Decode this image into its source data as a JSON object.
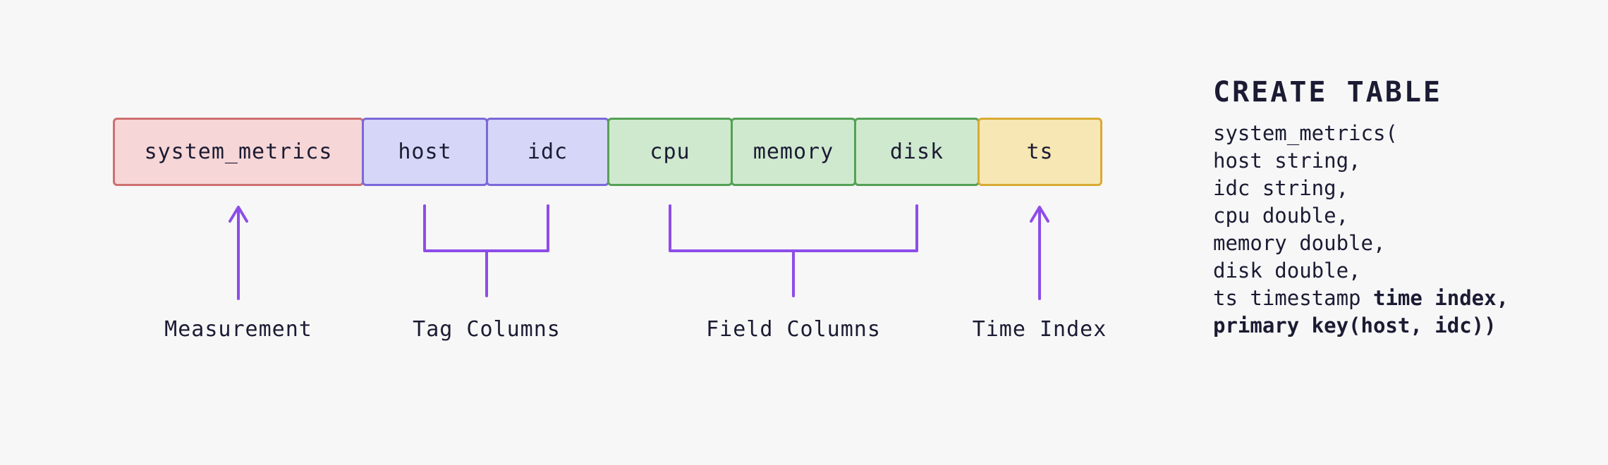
{
  "colors": {
    "background": "#f7f7f8",
    "text": "#1b1b33",
    "arrow": "#8d4de8",
    "measurement-fill": "#f6d6d6",
    "measurement-border": "#cf6f6f",
    "tag-fill": "#d6d6f8",
    "tag-border": "#7b68d9",
    "field-fill": "#cfe9cf",
    "field-border": "#55a055",
    "time-fill": "#f6e7b4",
    "time-border": "#d9aa33"
  },
  "diagram": {
    "cells": [
      {
        "label": "system_metrics",
        "role": "measurement"
      },
      {
        "label": "host",
        "role": "tag"
      },
      {
        "label": "idc",
        "role": "tag"
      },
      {
        "label": "cpu",
        "role": "field"
      },
      {
        "label": "memory",
        "role": "field"
      },
      {
        "label": "disk",
        "role": "field"
      },
      {
        "label": "ts",
        "role": "time-index"
      }
    ],
    "annotations": [
      {
        "text": "Measurement"
      },
      {
        "text": "Tag Columns"
      },
      {
        "text": "Field Columns"
      },
      {
        "text": "Time Index"
      }
    ]
  },
  "sql": {
    "title": "CREATE TABLE",
    "lines": [
      {
        "plain": "system_metrics(",
        "bold": ""
      },
      {
        "plain": "host string,",
        "bold": ""
      },
      {
        "plain": "idc string,",
        "bold": ""
      },
      {
        "plain": "cpu double,",
        "bold": ""
      },
      {
        "plain": "memory double,",
        "bold": ""
      },
      {
        "plain": "disk double,",
        "bold": ""
      },
      {
        "plain": "ts timestamp ",
        "bold": "time index,"
      },
      {
        "plain": "",
        "bold": "primary key(host, idc))"
      }
    ]
  }
}
